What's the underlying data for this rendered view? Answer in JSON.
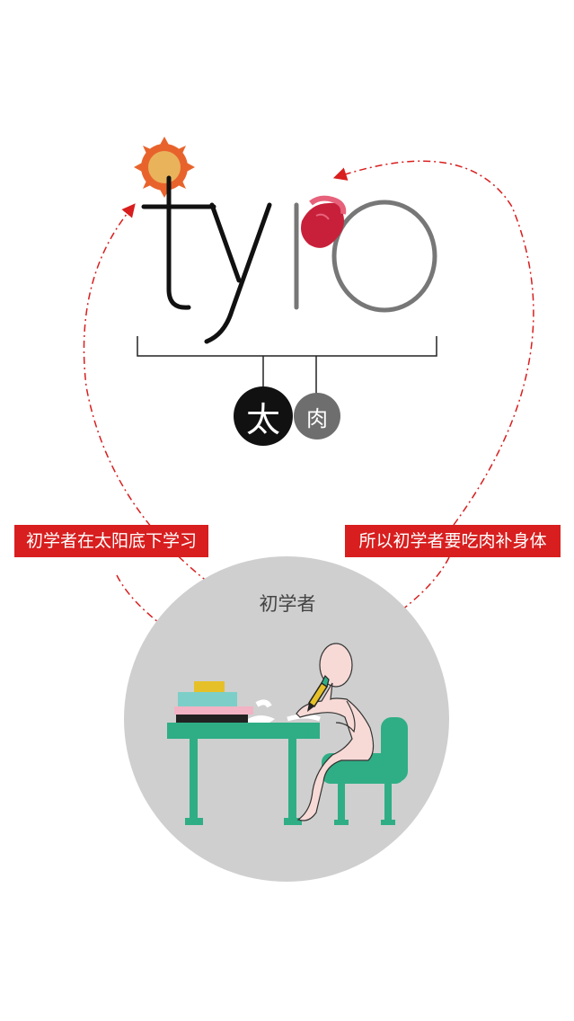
{
  "logo": {
    "word": "tyro",
    "char_1": "太",
    "char_2": "肉"
  },
  "labels": {
    "left": "初学者在太阳底下学习",
    "right": "所以初学者要吃肉补身体"
  },
  "scene": {
    "title": "初学者"
  },
  "colors": {
    "accent_red": "#d81e1e",
    "sun_orange": "#e8632c",
    "sun_yellow": "#e9b35c",
    "meat_red": "#c8203a",
    "table_green": "#2fae85",
    "scene_gray": "#cfcfcf",
    "figure_pink": "#f7dad6"
  },
  "icons": [
    "sun-icon",
    "meat-icon",
    "student-figure-icon",
    "desk-icon",
    "chair-icon",
    "books-icon",
    "pencil-icon"
  ]
}
